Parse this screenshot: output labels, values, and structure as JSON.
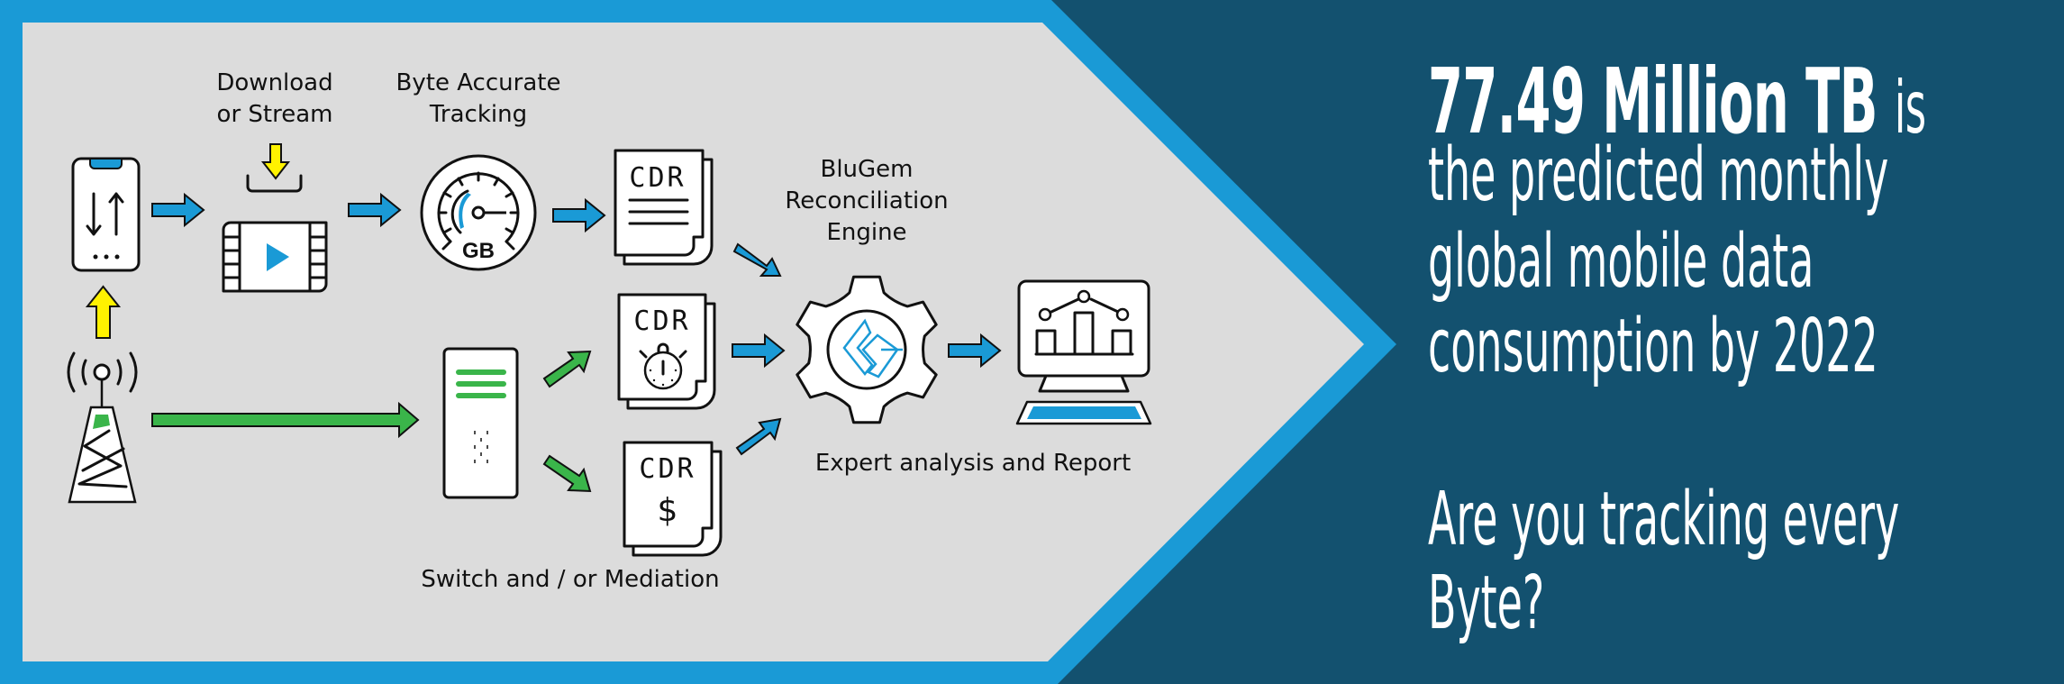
{
  "colors": {
    "frame_blue": "#1a9ad6",
    "background_dark": "#13516f",
    "panel_gray": "#dcdcdc",
    "flow_green": "#3ab54a",
    "flow_yellow": "#fff200",
    "flow_blue": "#1a9ad6"
  },
  "diagram": {
    "labels": {
      "download_line1": "Download",
      "download_line2": "or Stream",
      "tracking_line1": "Byte Accurate",
      "tracking_line2": "Tracking",
      "engine_line1": "BluGem",
      "engine_line2": "Reconciliation",
      "engine_line3": "Engine",
      "report": "Expert analysis and Report",
      "switch": "Switch and / or Mediation"
    },
    "nodes": [
      {
        "id": "phone",
        "icon": "smartphone-icon"
      },
      {
        "id": "tower",
        "icon": "cell-tower-icon"
      },
      {
        "id": "video",
        "icon": "video-play-icon"
      },
      {
        "id": "download",
        "icon": "download-tray-icon"
      },
      {
        "id": "gauge",
        "icon": "speedometer-gauge-icon",
        "text": "GB"
      },
      {
        "id": "cdr-data",
        "icon": "document-lines-icon",
        "text": "CDR"
      },
      {
        "id": "cdr-time",
        "icon": "document-stopwatch-icon",
        "text": "CDR"
      },
      {
        "id": "cdr-cost",
        "icon": "document-dollar-icon",
        "text": "CDR",
        "symbol": "$"
      },
      {
        "id": "server",
        "icon": "server-switch-icon"
      },
      {
        "id": "engine",
        "icon": "gear-logo-icon"
      },
      {
        "id": "report",
        "icon": "monitor-chart-icon"
      }
    ],
    "edges": [
      {
        "from": "tower",
        "to": "phone",
        "color": "yellow"
      },
      {
        "from": "download",
        "to": "video",
        "color": "yellow"
      },
      {
        "from": "phone",
        "to": "video",
        "color": "blue"
      },
      {
        "from": "video",
        "to": "gauge",
        "color": "blue"
      },
      {
        "from": "gauge",
        "to": "cdr-data",
        "color": "blue"
      },
      {
        "from": "tower",
        "to": "server",
        "color": "green"
      },
      {
        "from": "server",
        "to": "cdr-time",
        "color": "green"
      },
      {
        "from": "server",
        "to": "cdr-cost",
        "color": "green"
      },
      {
        "from": "cdr-data",
        "to": "engine",
        "color": "blue"
      },
      {
        "from": "cdr-time",
        "to": "engine",
        "color": "blue"
      },
      {
        "from": "cdr-cost",
        "to": "engine",
        "color": "blue"
      },
      {
        "from": "engine",
        "to": "report",
        "color": "blue"
      }
    ]
  },
  "headline": {
    "stat": "77.49 Million TB",
    "stat_suffix": "is",
    "line2": "the predicted monthly",
    "line3": "global mobile data",
    "line4": "consumption by 2022",
    "question_line1": "Are you tracking every",
    "question_line2": "Byte?"
  }
}
